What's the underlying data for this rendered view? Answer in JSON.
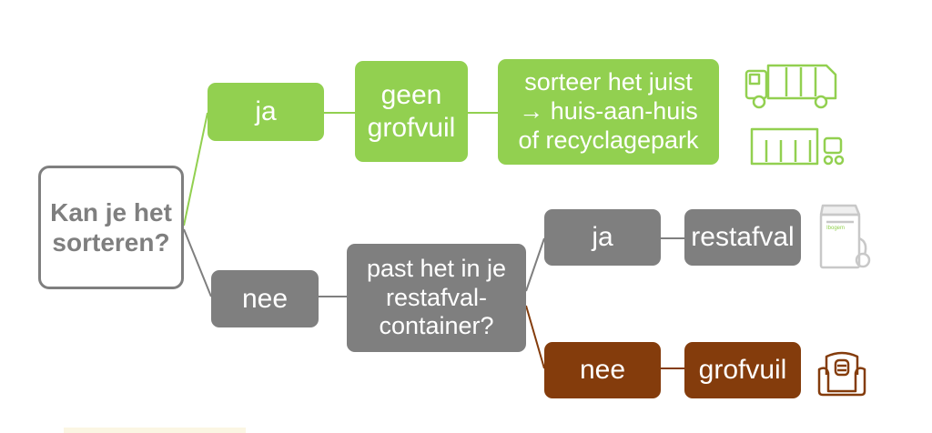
{
  "diagram": {
    "root": "Kan je het\nsorteren?",
    "yes_branch": {
      "answer": "ja",
      "category": "geen\ngrofvuil",
      "action": "sorteer het juist\n→ huis-aan-huis\nof recyclagepark"
    },
    "no_branch": {
      "answer": "nee",
      "question": "past het in je\nrestafval-\ncontainer?",
      "yes_answer": "ja",
      "yes_result": "restafval",
      "no_answer": "nee",
      "no_result": "grofvuil"
    },
    "container_label": "Ibogem"
  },
  "colors": {
    "yes_green": "#92d050",
    "neutral_gray": "#7f7f7f",
    "grofvuil_brown": "#843c0c",
    "root_border": "#7f7f7f"
  },
  "icons": [
    "garbage-truck-icon",
    "container-trolley-icon",
    "restafval-container-icon",
    "armchair-icon"
  ]
}
